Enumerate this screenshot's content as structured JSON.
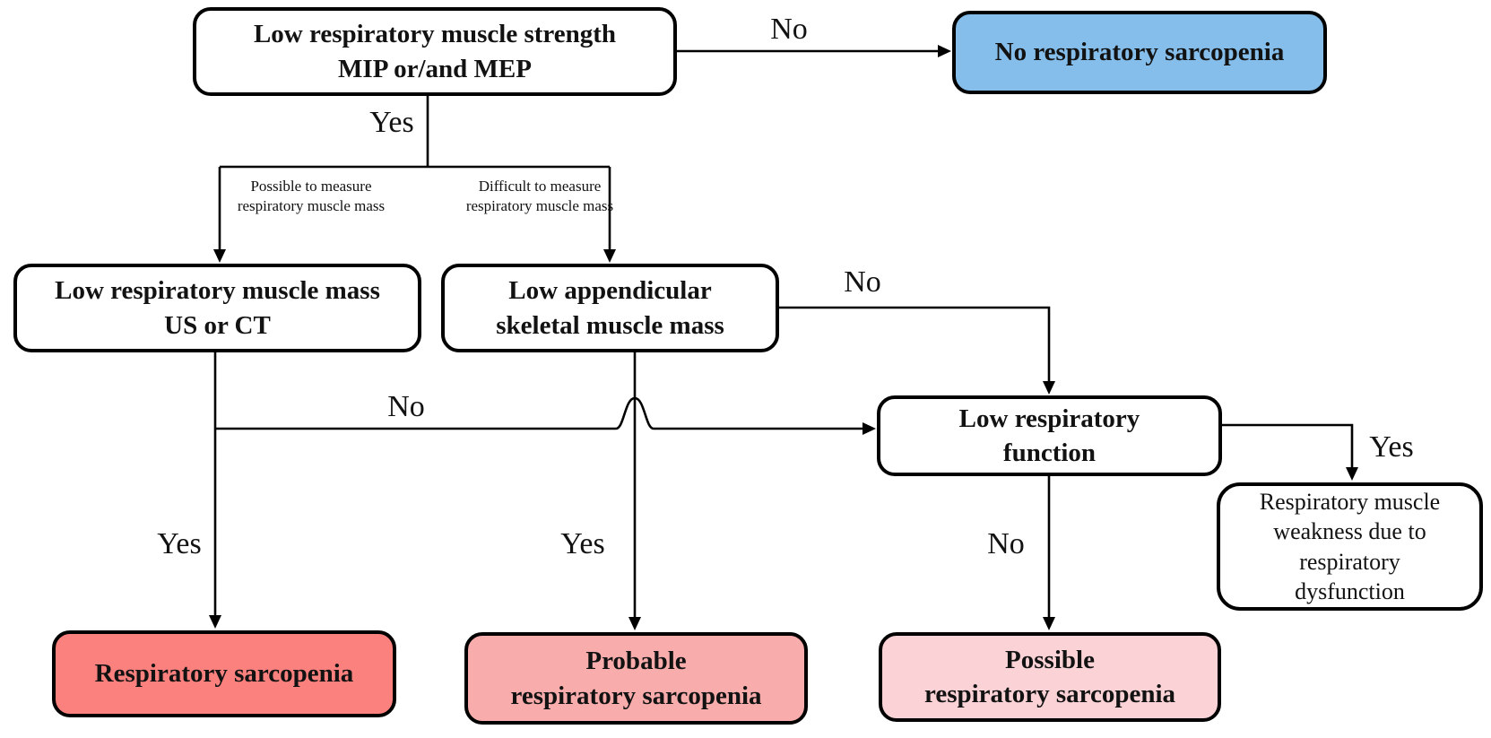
{
  "figure": {
    "type": "flowchart",
    "topic": "Diagnostic algorithm for respiratory sarcopenia"
  },
  "colors": {
    "white_box": "#FFFFFF",
    "no_sarcopenia_bg": "#85BEEB",
    "sarcopenia_bg": "#FB817E",
    "probable_bg": "#F9ACAC",
    "possible_bg": "#FBD3D7",
    "line": "#000000"
  },
  "nodes": {
    "strength": {
      "lines": [
        "Low respiratory muscle strength",
        "MIP or/and MEP"
      ]
    },
    "no_sarcopenia": {
      "lines": [
        "No respiratory sarcopenia"
      ]
    },
    "muscle_mass": {
      "lines": [
        "Low respiratory muscle mass",
        "US or CT"
      ]
    },
    "appendicular": {
      "lines": [
        "Low appendicular",
        "skeletal muscle mass"
      ]
    },
    "function": {
      "lines": [
        "Low respiratory",
        "function"
      ]
    },
    "weakness": {
      "lines": [
        "Respiratory muscle",
        "weakness due to",
        "respiratory",
        "dysfunction"
      ]
    },
    "sarcopenia": {
      "lines": [
        "Respiratory sarcopenia"
      ]
    },
    "probable": {
      "lines": [
        "Probable",
        "respiratory sarcopenia"
      ]
    },
    "possible": {
      "lines": [
        "Possible",
        "respiratory sarcopenia"
      ]
    }
  },
  "edge_labels": {
    "strength_no": "No",
    "strength_yes": "Yes",
    "possible_measure": {
      "lines": [
        "Possible to measure",
        "respiratory muscle mass"
      ]
    },
    "difficult_measure": {
      "lines": [
        "Difficult to measure",
        "respiratory muscle mass"
      ]
    },
    "appendicular_no": "No",
    "muscle_mass_no": "No",
    "muscle_mass_yes": "Yes",
    "appendicular_yes": "Yes",
    "function_no": "No",
    "function_yes": "Yes"
  }
}
